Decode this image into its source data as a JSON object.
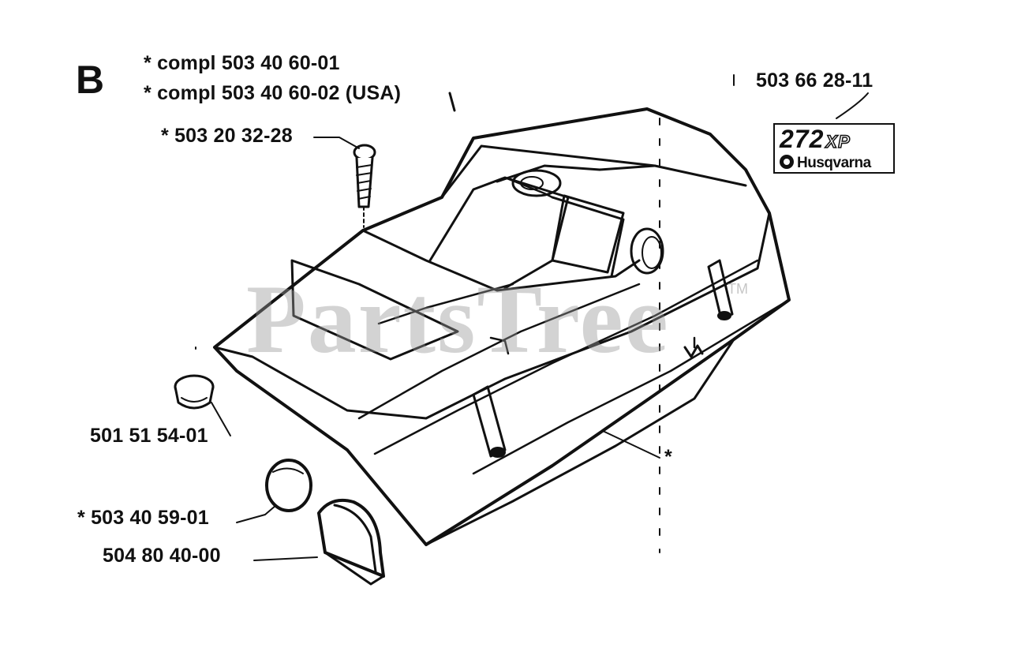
{
  "diagram": {
    "section_letter": "B",
    "labels": {
      "compl_1": "*  compl  503 40 60-01",
      "compl_2": "*  compl 503 40 60-02 (USA)",
      "screw": "*  503 20 32-28",
      "decal": "503 66 28-11",
      "plug": "501 51 54-01",
      "cover_part": "*",
      "cap": "*  503 40 59-01",
      "guard": "504 80 40-00"
    },
    "badge": {
      "model": "272",
      "suffix": "XP",
      "brand": "Husqvarna"
    },
    "watermark": {
      "text": "PartsTree",
      "trademark": "TM"
    },
    "colors": {
      "ink": "#111111",
      "watermark": "#969696",
      "background": "#ffffff"
    }
  }
}
